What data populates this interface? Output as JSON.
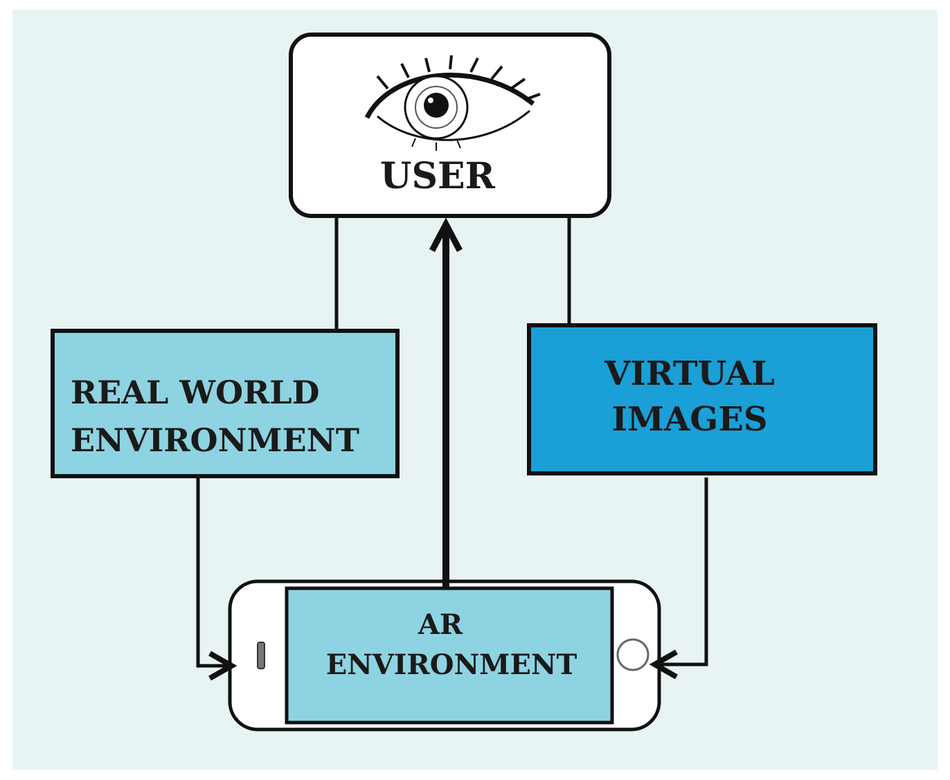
{
  "colors": {
    "background": "#e8f4f4",
    "light_box": "#8ed3e2",
    "dark_box": "#1a9fd6",
    "stroke": "#111111"
  },
  "user": {
    "label": "USER",
    "icon": "eye-icon"
  },
  "real_world": {
    "line1": "REAL WORLD",
    "line2": "ENVIRONMENT"
  },
  "virtual_images": {
    "line1": "VIRTUAL",
    "line2": "IMAGES"
  },
  "ar_environment": {
    "line1": "AR",
    "line2": "ENVIRONMENT",
    "device_icon": "smartphone-icon"
  }
}
